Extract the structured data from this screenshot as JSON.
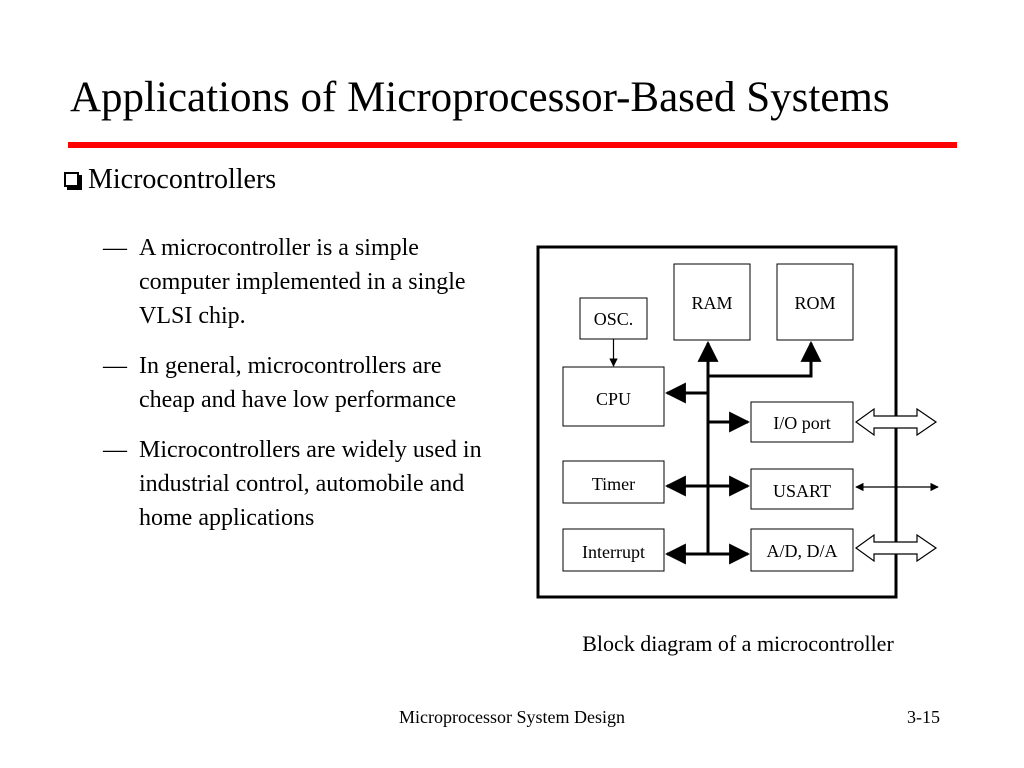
{
  "slide": {
    "title": "Applications of Microprocessor-Based Systems",
    "heading": "Microcontrollers",
    "dash": "—",
    "bullets": [
      "A microcontroller is a simple computer implemented in a single VLSI chip.",
      "In general, microcontrollers are cheap and have low performance",
      "Microcontrollers are widely used in industrial control, automobile and home applications"
    ]
  },
  "diagram": {
    "blocks": {
      "osc": "OSC.",
      "ram": "RAM",
      "rom": "ROM",
      "cpu": "CPU",
      "io_port": "I/O port",
      "timer": "Timer",
      "usart": "USART",
      "interrupt": "Interrupt",
      "adc": "A/D, D/A"
    },
    "caption": "Block diagram of a microcontroller"
  },
  "footer": {
    "course": "Microprocessor System Design",
    "page": "3-15"
  },
  "colors": {
    "title_rule": "#ff0000"
  }
}
